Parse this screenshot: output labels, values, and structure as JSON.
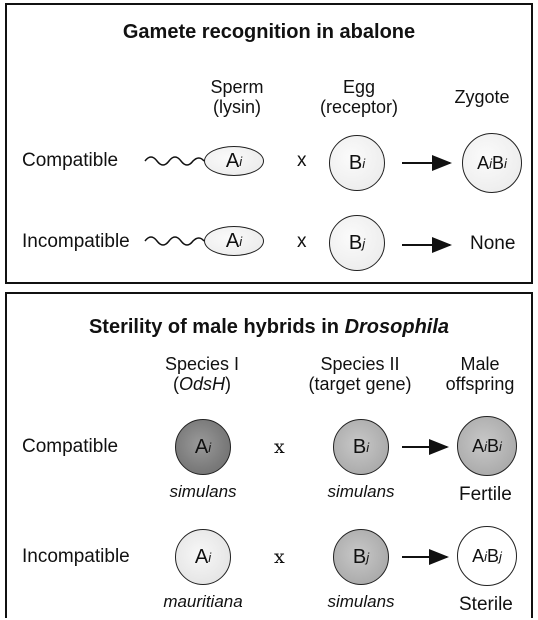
{
  "top_panel": {
    "title": "Gamete recognition in abalone",
    "headers": {
      "sperm_title": "Sperm",
      "sperm_sub": "(lysin)",
      "egg_title": "Egg",
      "egg_sub": "(receptor)",
      "zygote_title": "Zygote"
    },
    "rows": [
      {
        "label": "Compatible",
        "sperm": "A",
        "sperm_sub": "i",
        "cross": "x",
        "egg": "B",
        "egg_sub": "i",
        "result_a": "A",
        "result_a_sub": "i",
        "result_b": "B",
        "result_b_sub": "i"
      },
      {
        "label": "Incompatible",
        "sperm": "A",
        "sperm_sub": "i",
        "cross": "x",
        "egg": "B",
        "egg_sub": "j",
        "result_text": "None"
      }
    ]
  },
  "bottom_panel": {
    "title_prefix": "Sterility of male hybrids in ",
    "title_italic": "Drosophila",
    "headers": {
      "species1_title": "Species I",
      "species1_sub_open": "(",
      "species1_sub_italic": "OdsH",
      "species1_sub_close": ")",
      "species2_title": "Species II",
      "species2_sub": "(target gene)",
      "offspring_line1": "Male",
      "offspring_line2": "offspring"
    },
    "rows": [
      {
        "label": "Compatible",
        "s1": "A",
        "s1_sub": "i",
        "s1_caption": "simulans",
        "cross": "x",
        "s2": "B",
        "s2_sub": "i",
        "s2_caption": "simulans",
        "res_a": "A",
        "res_a_sub": "i",
        "res_b": "B",
        "res_b_sub": "i",
        "outcome": "Fertile"
      },
      {
        "label": "Incompatible",
        "s1": "A",
        "s1_sub": "i",
        "s1_caption": "mauritiana",
        "cross": "x",
        "s2": "B",
        "s2_sub": "j",
        "s2_caption": "simulans",
        "res_a": "A",
        "res_a_sub": "i",
        "res_b": "B",
        "res_b_sub": "j",
        "outcome": "Sterile"
      }
    ]
  }
}
